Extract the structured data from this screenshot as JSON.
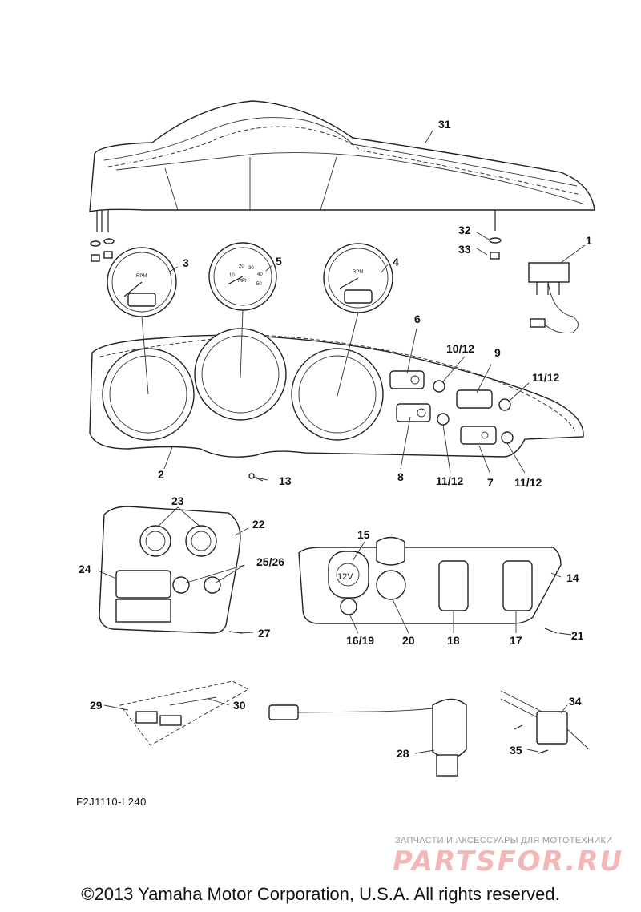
{
  "diagram": {
    "reference_code": "F2J1110-L240",
    "copyright": "©2013 Yamaha Motor Corporation, U.S.A. All rights reserved.",
    "watermark": {
      "tagline": "ЗАПЧАСТИ И АКСЕССУАРЫ ДЛЯ МОТОТЕХНИКИ",
      "logo_text": "PARTSFOR.RU"
    },
    "callouts": {
      "c1": "1",
      "c2": "2",
      "c3": "3",
      "c4": "4",
      "c5": "5",
      "c6": "6",
      "c7": "7",
      "c8": "8",
      "c9": "9",
      "c10_12": "10/12",
      "c11_12_a": "11/12",
      "c11_12_b": "11/12",
      "c11_12_c": "11/12",
      "c13": "13",
      "c14": "14",
      "c15": "15",
      "c16_19": "16/19",
      "c17": "17",
      "c18": "18",
      "c20": "20",
      "c21": "21",
      "c22": "22",
      "c23": "23",
      "c24": "24",
      "c25_26": "25/26",
      "c27": "27",
      "c28": "28",
      "c29": "29",
      "c30": "30",
      "c31": "31",
      "c32": "32",
      "c33": "33",
      "c34": "34",
      "c35": "35"
    },
    "gauge_labels": {
      "mph": "MPH",
      "rpm": "RPM",
      "gauge_5_ticks": [
        "10",
        "20",
        "30",
        "40",
        "50"
      ],
      "socket": "12V"
    }
  }
}
